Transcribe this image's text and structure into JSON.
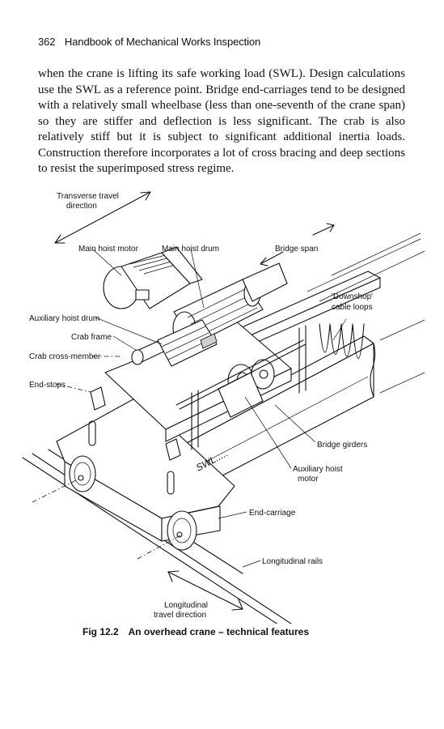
{
  "header": {
    "page_number": "362",
    "running_title": "Handbook of Mechanical Works Inspection"
  },
  "body": {
    "paragraph": "when the crane is lifting its safe working load (SWL). Design calculations use the SWL as a reference point. Bridge end-carriages tend to be designed with a relatively small wheelbase (less than one-seventh of the crane span) so they are stiffer and deflection is less significant. The crab is also relatively stiff but it is subject to significant additional inertia loads. Construction therefore incorporates a lot of cross bracing and deep sections to resist the superimposed stress regime."
  },
  "figure": {
    "labels": {
      "transverse_line1": "Transverse travel",
      "transverse_line2": "direction",
      "main_hoist_motor": "Main hoist motor",
      "main_hoist_drum": "Main hoist drum",
      "bridge_span": "Bridge span",
      "downshop_line1": "'Downshop'",
      "downshop_line2": "cable loops",
      "auxiliary_hoist_drum": "Auxiliary hoist drum",
      "crab_frame": "Crab frame",
      "crab_cross_member": "Crab cross-member",
      "end_stops": "End-stops",
      "bridge_girders": "Bridge girders",
      "auxiliary_motor_line1": "Auxiliary hoist",
      "auxiliary_motor_line2": "motor",
      "end_carriage": "End-carriage",
      "longitudinal_rails": "Longitudinal rails",
      "longitudinal_line1": "Longitudinal",
      "longitudinal_line2": "travel direction",
      "swl_marking": "SWL....."
    },
    "caption_number": "Fig 12.2",
    "caption_title": "An overhead crane – technical features"
  }
}
